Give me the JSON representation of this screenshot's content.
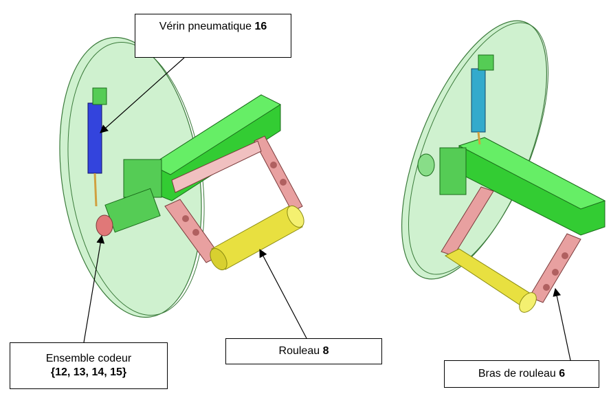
{
  "callouts": {
    "verin": {
      "text": "Vérin pneumatique ",
      "num": "16"
    },
    "codeur": {
      "line1": "Ensemble codeur",
      "line2": "{12, 13, 14, 15}"
    },
    "rouleau": {
      "text": "Rouleau ",
      "num": "8"
    },
    "bras": {
      "text": "Bras de rouleau ",
      "num": "6"
    }
  },
  "colors": {
    "disc_fill": "#a8e6a8",
    "disc_stroke": "#3a7a3a",
    "beam": "#33cc33",
    "arm": "#e8a0a0",
    "roller": "#e8e040",
    "cylinder_left": "#3344dd",
    "cylinder_right": "#33aacc",
    "bracket": "#55cc55"
  }
}
